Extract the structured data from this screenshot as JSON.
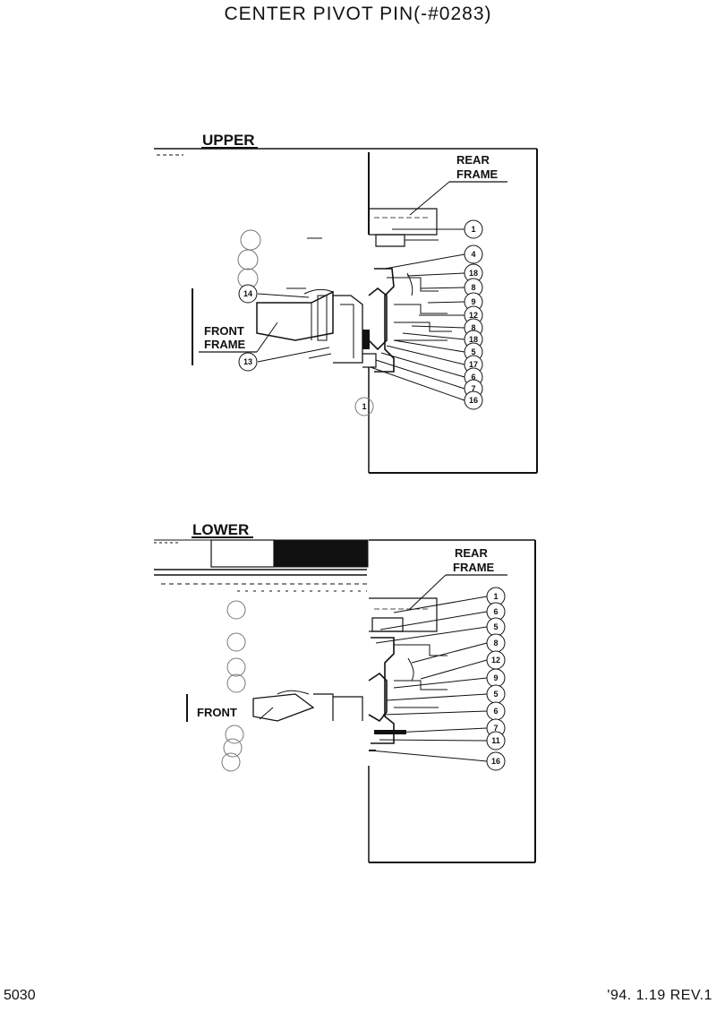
{
  "title": "CENTER  PIVOT  PIN(-#0283)",
  "footer": {
    "page_number": "5030",
    "revision": "'94. 1.19  REV.1"
  },
  "upper": {
    "heading": "UPPER",
    "rear_frame_line1": "REAR",
    "rear_frame_line2": "FRAME",
    "front_frame_line1": "FRONT",
    "front_frame_line2": "FRAME",
    "callouts_right": [
      "1",
      "4",
      "18",
      "8",
      "9",
      "12",
      "8",
      "18",
      "5",
      "17",
      "6",
      "7",
      "16"
    ],
    "callouts_left": [
      "14",
      "13"
    ],
    "callout_bottom": "1"
  },
  "lower": {
    "heading": "LOWER",
    "rear_frame_line1": "REAR",
    "rear_frame_line2": "FRAME",
    "front_frame_line1": "FRONT",
    "callouts_right": [
      "1",
      "6",
      "5",
      "8",
      "12",
      "9",
      "5",
      "6",
      "7",
      "11",
      "16"
    ]
  }
}
